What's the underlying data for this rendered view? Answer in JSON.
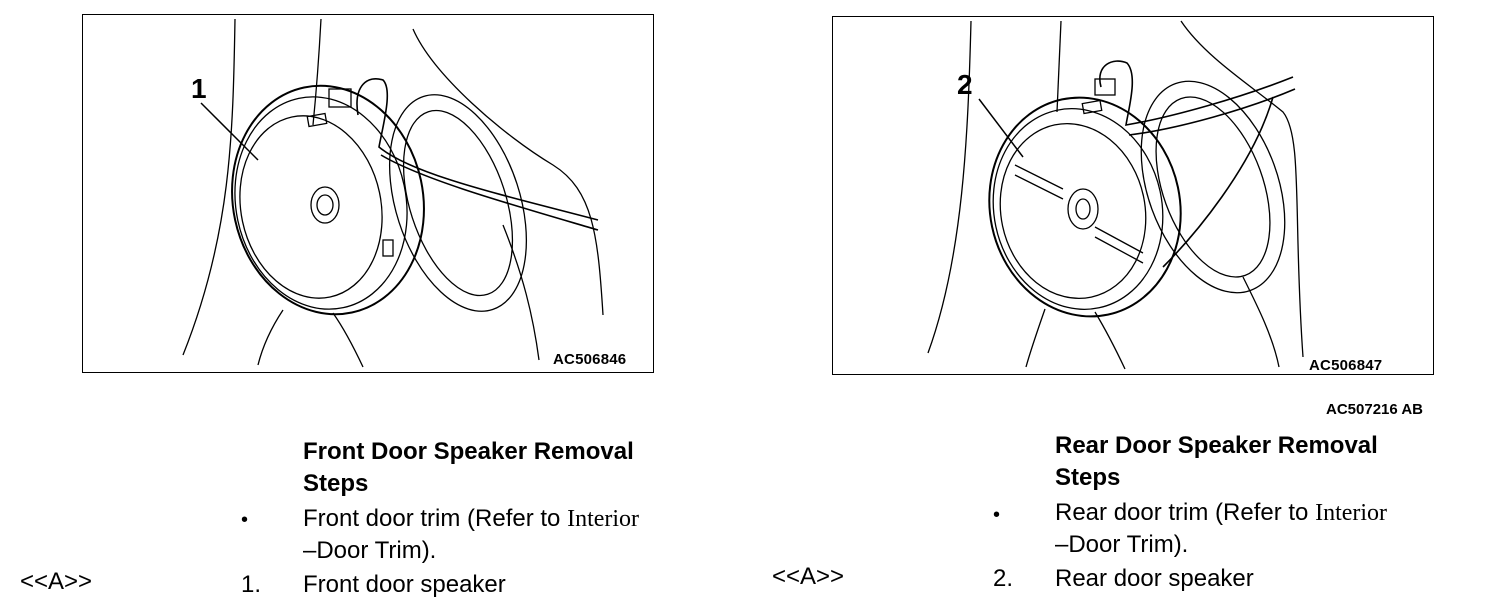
{
  "figures": {
    "front": {
      "callout": "1",
      "figure_id": "AC506846"
    },
    "rear": {
      "callout": "2",
      "figure_id": "AC506847"
    },
    "sheet_id": "AC507216 AB"
  },
  "front_section": {
    "heading_line1": "Front Door Speaker Removal",
    "heading_line2": "Steps",
    "bullet_marker": "•",
    "item1_text": "Front door trim (Refer to",
    "item1_link": "Interior",
    "item1_cont": "–Door Trim).",
    "ref_tag": "<<A>>",
    "item2_num": "1.",
    "item2_text": "Front door speaker"
  },
  "rear_section": {
    "heading_line1": "Rear Door Speaker Removal",
    "heading_line2": "Steps",
    "bullet_marker": "•",
    "item1_text": "Rear door trim  (Refer to",
    "item1_link": "Interior",
    "item1_cont": "–Door Trim).",
    "ref_tag": "<<A>>",
    "item2_num": "2.",
    "item2_text": "Rear door speaker"
  }
}
